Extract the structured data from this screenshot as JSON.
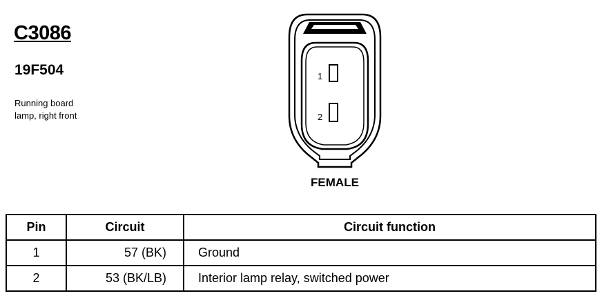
{
  "connector": {
    "id": "C3086",
    "part_number": "19F504",
    "description_lines": [
      "Running board",
      "lamp, right front"
    ],
    "gender": "FEMALE",
    "terminal_labels": [
      "1",
      "2"
    ]
  },
  "table": {
    "headers": [
      "Pin",
      "Circuit",
      "Circuit function"
    ],
    "rows": [
      {
        "pin": "1",
        "circuit": "57 (BK)",
        "function": "Ground"
      },
      {
        "pin": "2",
        "circuit": "53 (BK/LB)",
        "function": "Interior lamp relay, switched power"
      }
    ]
  }
}
